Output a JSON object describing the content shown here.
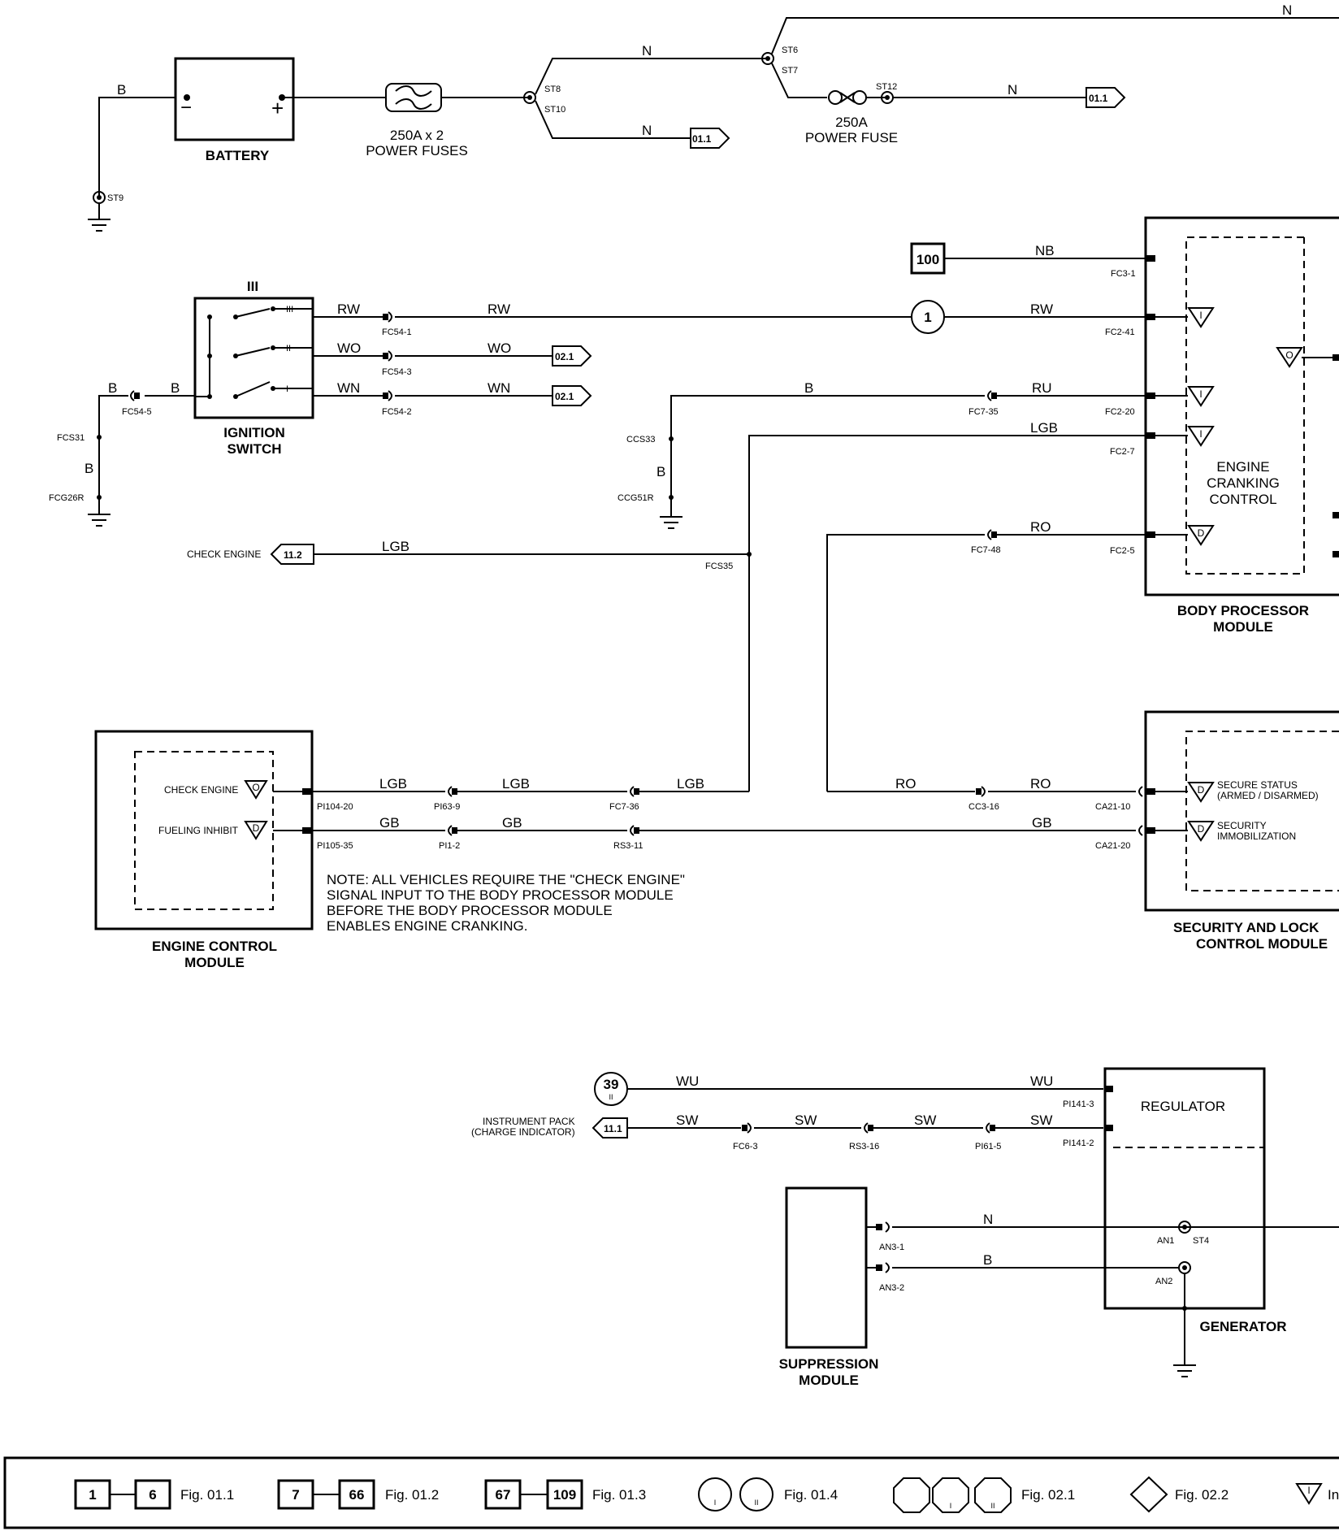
{
  "wire_labels": {
    "bat_gnd": "B",
    "bat_fuse": "N",
    "st8_top": "N",
    "st8_bottom": "N",
    "top_right": "N",
    "st12_out": "N",
    "nb": "NB",
    "rw1": "RW",
    "rw2": "RW",
    "rw3": "RW",
    "wo1": "WO",
    "wo2": "WO",
    "wn1": "WN",
    "wn2": "WN",
    "b_ign1": "B",
    "b_ign2": "B",
    "b_fcs": "B",
    "b_ccs": "B",
    "b_ccs_v": "B",
    "ru": "RU",
    "lgb_fc2": "LGB",
    "lgb_check": "LGB",
    "ro_fc2": "RO",
    "lgb_ecm1": "LGB",
    "lgb_ecm2": "LGB",
    "lgb_ecm3": "LGB",
    "gb1": "GB",
    "gb2": "GB",
    "gb3": "GB",
    "ro_sec1": "RO",
    "ro_sec2": "RO",
    "wu1": "WU",
    "wu2": "WU",
    "sw1": "SW",
    "sw2": "SW",
    "sw3": "SW",
    "sw4": "SW",
    "n_gen": "N",
    "b_gen": "B"
  },
  "connectors": {
    "st9": "ST9",
    "st8": "ST8",
    "st10": "ST10",
    "st6": "ST6",
    "st7": "ST7",
    "st12": "ST12",
    "fc3_1": "FC3-1",
    "fc54_1": "FC54-1",
    "fc54_3": "FC54-3",
    "fc54_2": "FC54-2",
    "fc54_5": "FC54-5",
    "fcs31": "FCS31",
    "fcg26r": "FCG26R",
    "ccs33": "CCS33",
    "ccg51r": "CCG51R",
    "fc2_41": "FC2-41",
    "fc7_35": "FC7-35",
    "fc2_20": "FC2-20",
    "fc2_7": "FC2-7",
    "fc7_48": "FC7-48",
    "fc2_5": "FC2-5",
    "fcs35": "FCS35",
    "pi104_20": "PI104-20",
    "pi105_35": "PI105-35",
    "pi63_9": "PI63-9",
    "pi1_2": "PI1-2",
    "fc7_36": "FC7-36",
    "rs3_11": "RS3-11",
    "cc3_16": "CC3-16",
    "ca21_10": "CA21-10",
    "ca21_20": "CA21-20",
    "pi141_3": "PI141-3",
    "pi141_2": "PI141-2",
    "fc6_3": "FC6-3",
    "rs3_16": "RS3-16",
    "pi61_5": "PI61-5",
    "an3_1": "AN3-1",
    "an3_2": "AN3-2",
    "an1": "AN1",
    "st4": "ST4",
    "an2": "AN2"
  },
  "components": {
    "battery": "BATTERY",
    "fuses_qty": "250A x 2",
    "fuses_label": "POWER FUSES",
    "fuse_single_rating": "250A",
    "fuse_single_label": "POWER FUSE",
    "ignition_pos": "III",
    "ignition_line1": "IGNITION",
    "ignition_line2": "SWITCH",
    "bpm_line1": "BODY PROCESSOR",
    "bpm_line2": "MODULE",
    "ecc_line1": "ENGINE",
    "ecc_line2": "CRANKING",
    "ecc_line3": "CONTROL",
    "ecm_line1": "ENGINE CONTROL",
    "ecm_line2": "MODULE",
    "ecm_check_engine": "CHECK ENGINE",
    "ecm_fueling_inhibit": "FUELING INHIBIT",
    "sec_line1": "SECURITY AND LOCK",
    "sec_line2": "CONTROL MODULE",
    "sec_status_1": "SECURE STATUS",
    "sec_status_2": "(ARMED / DISARMED)",
    "sec_immob_1": "SECURITY",
    "sec_immob_2": "IMMOBILIZATION",
    "regulator": "REGULATOR",
    "generator": "GENERATOR",
    "suppression_line1": "SUPPRESSION",
    "suppression_line2": "MODULE",
    "check_engine_ref": "CHECK ENGINE",
    "instrument_pack_1": "INSTRUMENT PACK",
    "instrument_pack_2": "(CHARGE INDICATOR)"
  },
  "references": {
    "ref_01_1_a": "01.1",
    "ref_01_1_b": "01.1",
    "ref_02_1_a": "02.1",
    "ref_02_1_b": "02.1",
    "ref_11_2": "11.2",
    "ref_11_1": "11.1",
    "ref_100": "100",
    "ref_1": "1",
    "ref_39": "39",
    "ref_39_sub": "II"
  },
  "switch_positions": {
    "p3": "III",
    "p2": "II",
    "p1": "I"
  },
  "note": [
    "NOTE: ALL VEHICLES REQUIRE THE \"CHECK ENGINE\"",
    "SIGNAL INPUT TO THE BODY PROCESSOR MODULE",
    "BEFORE THE BODY PROCESSOR MODULE",
    "ENABLES ENGINE CRANKING."
  ],
  "io_markers": {
    "input": "I",
    "output": "O",
    "driver": "D"
  },
  "legend": {
    "a_from": "1",
    "a_to": "6",
    "a_fig": "Fig. 01.1",
    "b_from": "7",
    "b_to": "66",
    "b_fig": "Fig. 01.2",
    "c_from": "67",
    "c_to": "109",
    "c_fig": "Fig. 01.3",
    "d_sub1": "I",
    "d_sub2": "II",
    "d_fig": "Fig. 01.4",
    "e_sub1": "I",
    "e_sub2": "II",
    "e_fig": "Fig. 02.1",
    "f_fig": "Fig. 02.2",
    "g_sym": "I",
    "g_text": "In"
  }
}
